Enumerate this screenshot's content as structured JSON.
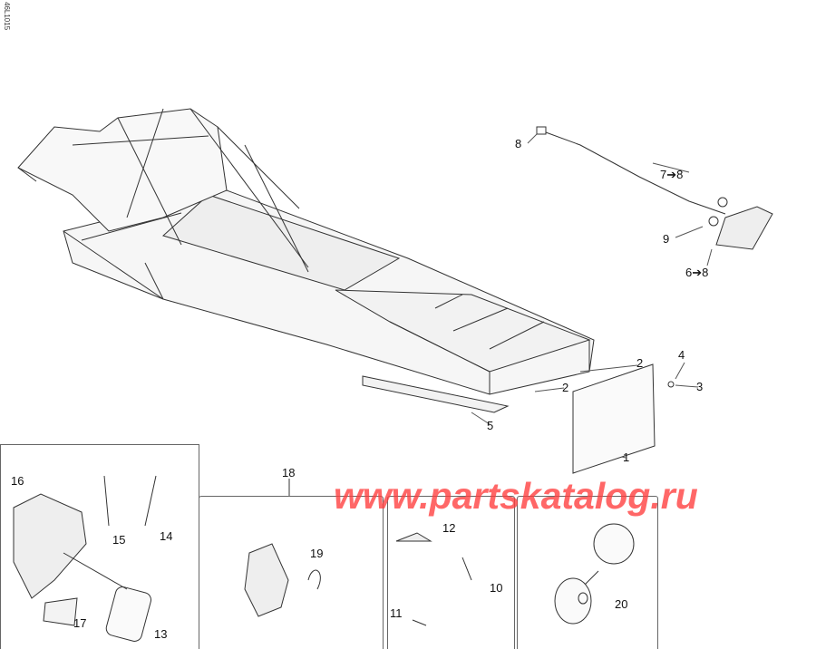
{
  "diagram_code": "46L1015",
  "watermark": "www.partskatalog.ru",
  "callouts": {
    "c8": "8",
    "c7": "7➔8",
    "c9": "9",
    "c6": "6➔8",
    "c2a": "2",
    "c2b": "2",
    "c4": "4",
    "c3": "3",
    "c5": "5",
    "c1": "1",
    "c16": "16",
    "c15": "15",
    "c14": "14",
    "c17": "17",
    "c13": "13",
    "c18": "18",
    "c19": "19",
    "c12": "12",
    "c10": "10",
    "c11": "11",
    "c20": "20"
  },
  "colors": {
    "line": "#333333",
    "watermark": "#ff3c3c"
  }
}
